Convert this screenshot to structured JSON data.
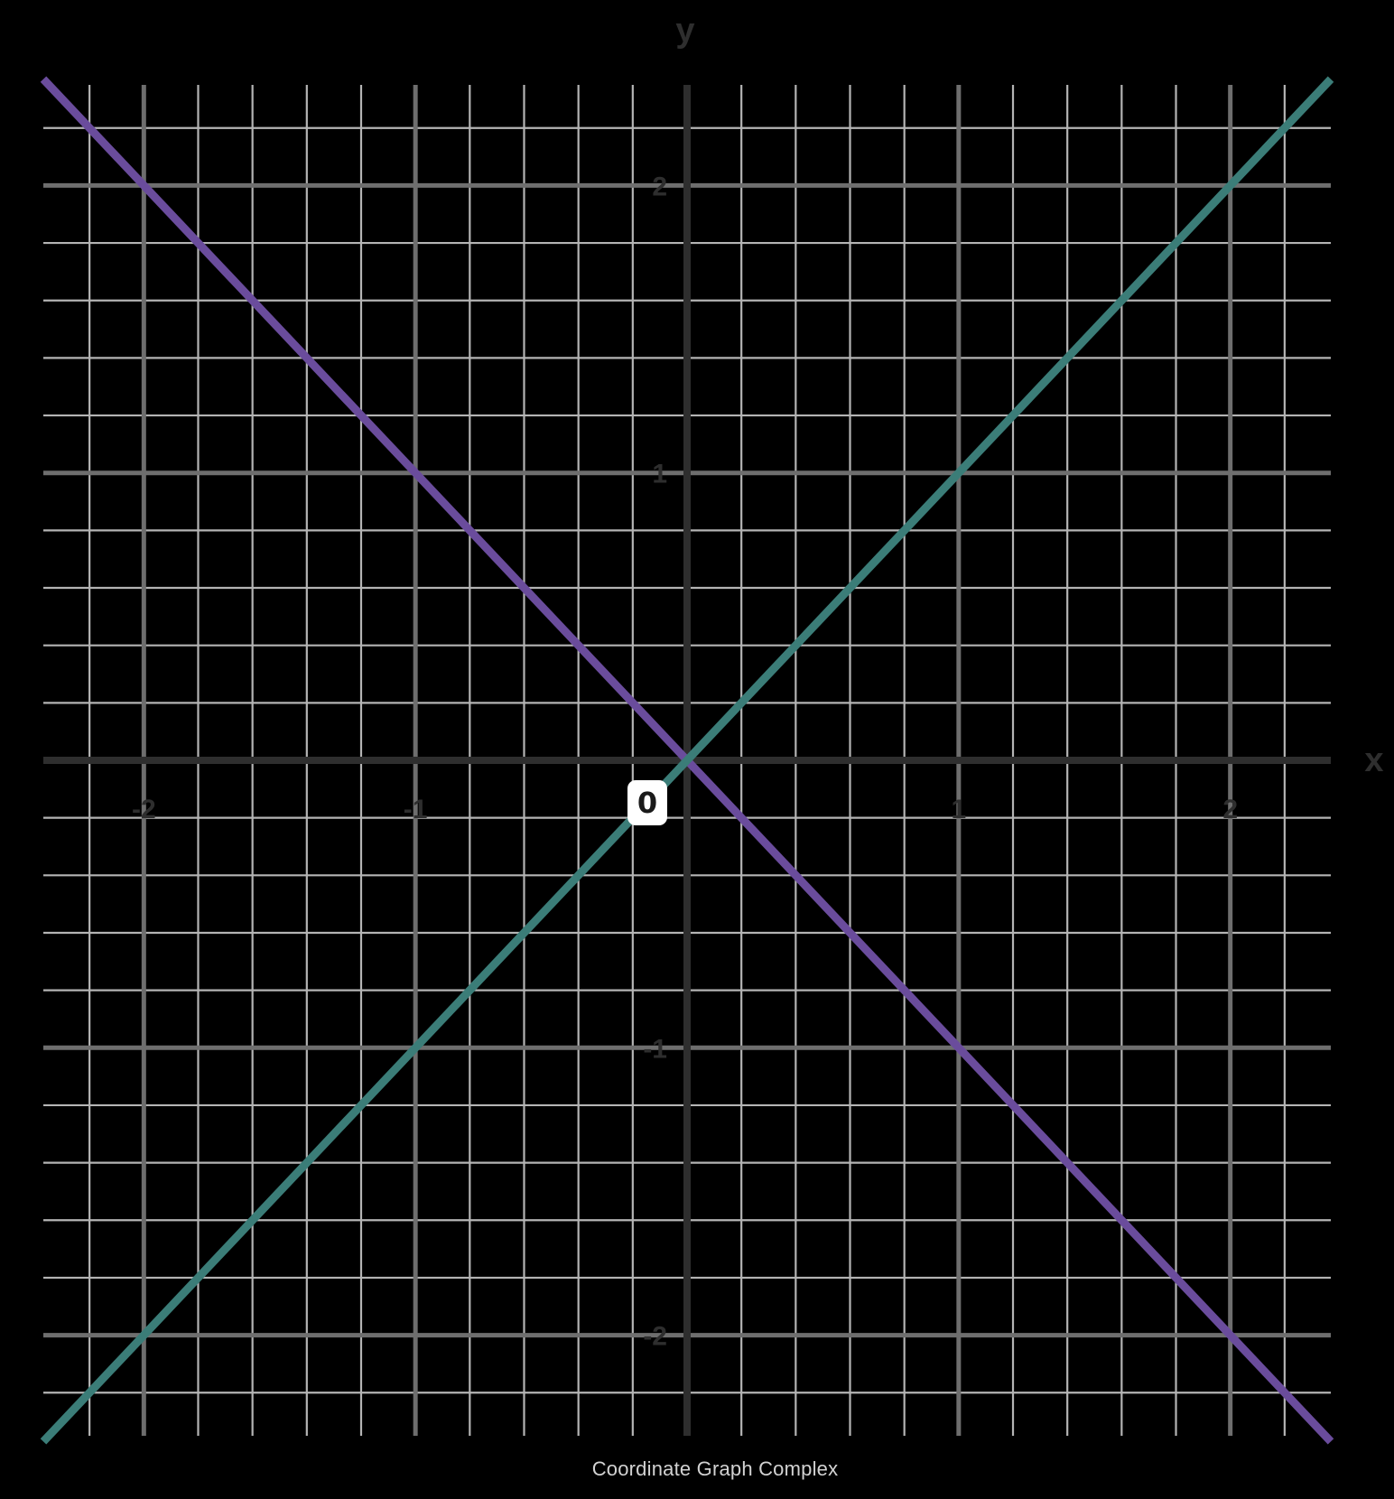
{
  "caption": "Coordinate Graph Complex",
  "chart_data": {
    "type": "line",
    "title": "",
    "xlabel": "x",
    "ylabel": "y",
    "xlim": [
      -2.37,
      2.37
    ],
    "ylim": [
      -2.35,
      2.35
    ],
    "x_ticks": [
      -2,
      -1,
      1,
      2
    ],
    "y_ticks": [
      2,
      1,
      -1,
      -2
    ],
    "x_tick_labels": [
      "-2",
      "-1",
      "1",
      "2"
    ],
    "y_tick_labels": [
      "2",
      "1",
      "-1",
      "-2"
    ],
    "origin_label": "0",
    "grid": true,
    "minor_grid_step": 0.2,
    "series": [
      {
        "color": "#6a4c9c",
        "slope": -1,
        "intercept": 0,
        "x": [
          -2.37,
          2.37
        ],
        "y": [
          2.37,
          -2.37
        ]
      },
      {
        "color": "#3b7d78",
        "slope": 1,
        "intercept": 0,
        "x": [
          -2.37,
          2.37
        ],
        "y": [
          -2.37,
          2.37
        ]
      }
    ],
    "colors": {
      "background": "#000000",
      "major_grid": "#6e6e6e",
      "minor_grid": "#b4b4b4",
      "axis": "#2e2e2e"
    }
  }
}
